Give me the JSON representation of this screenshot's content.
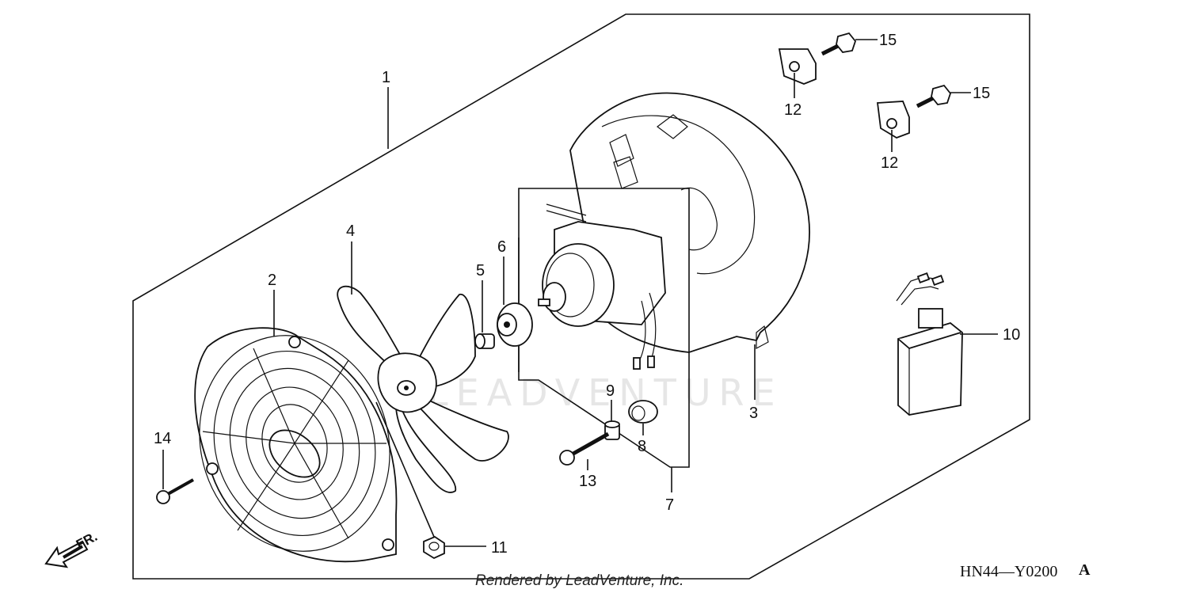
{
  "diagram": {
    "watermark": "LEADVENTURE",
    "rendered_by": "Rendered by LeadVenture, Inc.",
    "code": "HN44—Y0200",
    "code_suffix": "A",
    "front_label": "FR.",
    "callouts": {
      "c1": "1",
      "c2": "2",
      "c3": "3",
      "c4": "4",
      "c5": "5",
      "c6": "6",
      "c7": "7",
      "c8": "8",
      "c9": "9",
      "c10": "10",
      "c11": "11",
      "c12a": "12",
      "c12b": "12",
      "c13": "13",
      "c14": "14",
      "c15a": "15",
      "c15b": "15"
    }
  }
}
